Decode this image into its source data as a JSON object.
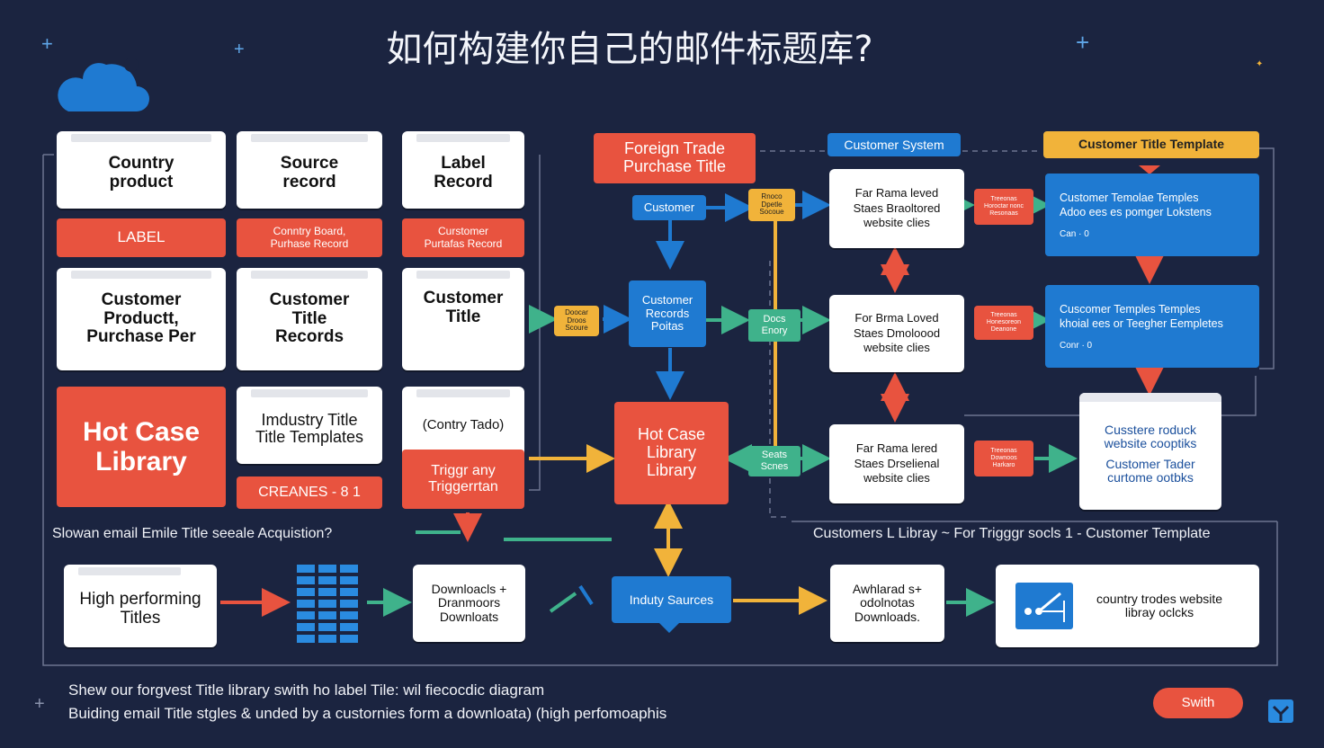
{
  "title": "如何构建你自己的邮件标题库?",
  "left_grid": {
    "country_product": "Country\nproduct",
    "source_record": "Source\nrecord",
    "label_record": "Label\nRecord",
    "label_tag": "LABEL",
    "country_board_tag": "Conntry Board,\nPurhase Record",
    "customer_purchase_tag": "Curstomer\nPurtafas Record",
    "customer_product_purchase": "Customer\nProductt,\nPurchase Per",
    "customer_title_records": "Customer\nTitle\nRecords",
    "customer_title": "Customer\nTitle",
    "hot_case_library": "Hot Case\nLibrary",
    "industry_title_templates": "Imdustry Title\nTitle Templates",
    "country_tado": "(Contry Tado)",
    "creanes_tag": "CREANES - 8 1",
    "trigger_any": "Triggr any\nTriggerrtan"
  },
  "flow": {
    "foreign_trade": "Foreign Trade\nPurchase Title",
    "customer_system": "Customer System",
    "customer_title_template_header": "Customer Title Template",
    "customer_chip": "Customer",
    "yellow_chip_1": "Rnoco\nDpetle\nSocoue",
    "yellow_chip_2": "Doocar\nDroos\nScoure",
    "customer_records_portal": "Customer\nRecords\nPoitas",
    "docs_chip": "Docs\nEnory",
    "seats_chip": "Seats\nScnes",
    "hot_case_library_center": "Hot Case\nLibrary\nLibrary",
    "site_box_1": "Far Rama leved\nStaes Braoltored\nwebsite clies",
    "site_box_2": "For Brma Loved\nStaes Dmoloood\nwebsite clies",
    "site_box_3": "Far Rama lered\nStaes Drselienal\nwebsite clies",
    "small_red_1": "Treeonas\nHoroctar nonc\nResonaas",
    "small_red_2": "Treeonas\nHonesoreon\nDeanone",
    "small_red_3": "Treeonas\nDownoos\nHarkaro",
    "template_panel_1": "Customer Temolae Temples\nAdoo ees es pomger Lokstens",
    "template_panel_1_count": "Can · 0",
    "template_panel_2": "Cuscomer Temples Temples\nkhoial ees or Teegher Eempletes",
    "template_panel_2_count": "Conr · 0",
    "result_card": "Cusstere roduck\nwebsite cooptiks",
    "result_card_2": "Customer Tader\ncurtome ootbks"
  },
  "section_labels": {
    "left": "Slowan email Emile Title seeale Acquistion?",
    "right": "Customers L Libray  ~ For Trigggr socls 1 - Customer Template"
  },
  "bottom_row": {
    "high_performing": "High performing\nTitles",
    "downloads_1": "Downloacls +\nDranmoors\nDownloats",
    "industry_sources": "Induty Saurces",
    "downloads_2": "Awhlarad s+\nodolnotas\nDownloads.",
    "country_website": "country trodes website\nlibray oclcks"
  },
  "footer": {
    "line1": "Shew our forgvest Title library  swith ho label Tile: wil fiecocdic diagram",
    "line2": "Buiding email Title stgles & unded by a custornies form a downloata) (high perfomoaphis",
    "button": "Swith"
  },
  "colors": {
    "background": "#1b2440",
    "red": "#e8533f",
    "blue": "#1f7ad1",
    "yellow": "#f1b33a",
    "teal": "#3fb28b",
    "white": "#ffffff"
  }
}
